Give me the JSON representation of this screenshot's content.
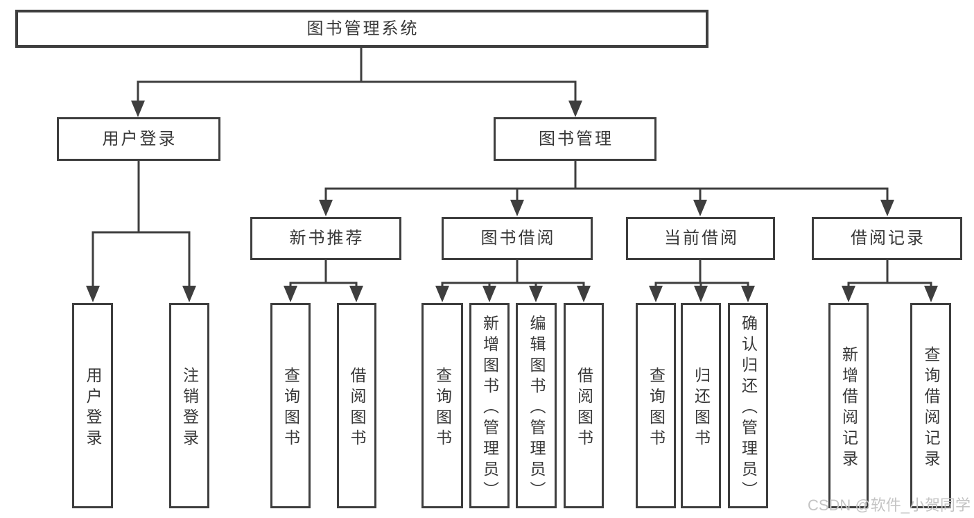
{
  "colors": {
    "line": "#3e3e3e",
    "text": "#383838",
    "watermark": "#c4c4c4",
    "background": "#ffffff"
  },
  "watermark": "CSDN @软件_小贺同学",
  "nodes": {
    "root": "图书管理系统",
    "user_login": "用户登录",
    "book_mgmt": "图书管理",
    "new_book_rec": "新书推荐",
    "book_borrow": "图书借阅",
    "current_borrow": "当前借阅",
    "borrow_record": "借阅记录",
    "leaves": {
      "user_login": [
        "用户登录",
        "注销登录"
      ],
      "new_book_rec": [
        "查询图书",
        "借阅图书"
      ],
      "book_borrow": [
        "查询图书",
        "新增图书（管理员）",
        "编辑图书（管理员）",
        "借阅图书"
      ],
      "current_borrow": [
        "查询图书",
        "归还图书",
        "确认归还（管理员）"
      ],
      "borrow_record": [
        "新增借阅记录",
        "查询借阅记录"
      ]
    }
  }
}
